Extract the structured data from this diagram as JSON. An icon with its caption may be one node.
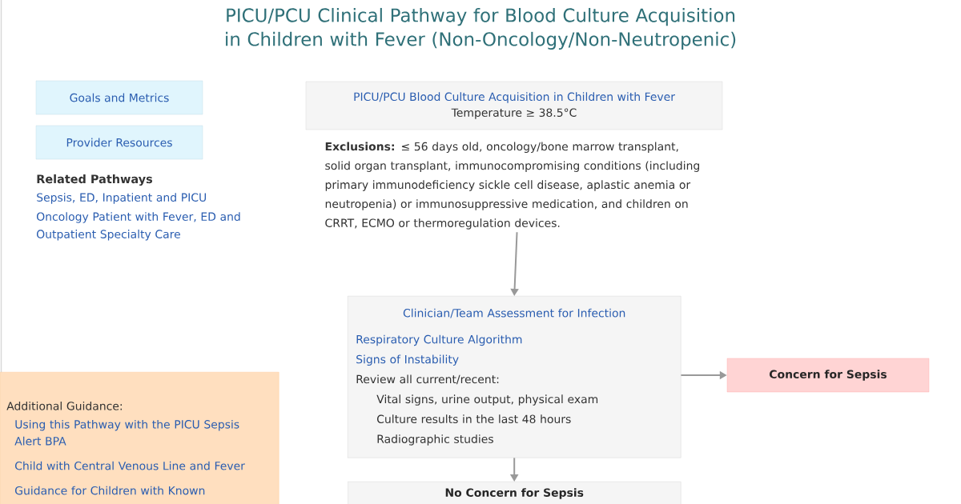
{
  "diagram": {
    "title": "PICU/PCU Clinical Pathway for Blood Culture Acquisition in Children with Fever (Non-Oncology/Non-Neutropenic)",
    "nodes": [
      {
        "text": [
          "Goals and Metrics"
        ]
      },
      {
        "text": [
          "Provider Resources"
        ]
      },
      {
        "text": [
          "PICU/PCU Blood Culture Acquisition in Children with Fever",
          "Temperature ≥ 38.5°C"
        ]
      },
      {
        "text": [
          "**Exclusions:** ≤ 56 days old, oncology/bone marrow transplant, solid organ transplant, immunocompromising conditions (including primary immunodeficiency sickle cell disease, aplastic anemia or neutropenia) or immunosuppressive medication, and children on CRRT, ECMO or thermoregulation devices."
        ]
      },
      {
        "text": [
          "Clinician/Team Assessment for Infection",
          "Respiratory Culture Algorithm",
          "Signs of Instability",
          "Review all current/recent:",
          "Vital signs, urine output, physical exam",
          "Culture results in the last 48 hours",
          "Radiographic studies"
        ]
      },
      {
        "text": [
          "Concern for Sepsis"
        ]
      },
      {
        "text": [
          "No Concern for Sepsis"
        ]
      },
      {
        "text": [
          "Additional Guidance:",
          "Using this Pathway with the PICU Sepsis Alert BPA",
          "Child with Central Venous Line and Fever",
          "Guidance for Children with Known"
        ]
      }
    ],
    "edges": [
      {
        "from": 3,
        "to": 4,
        "arrow": "to"
      },
      {
        "from": 4,
        "to": 5,
        "arrow": "to"
      },
      {
        "from": 4,
        "to": 6,
        "arrow": "to"
      }
    ],
    "labels": [
      "Related Pathways",
      "Sepsis, ED, Inpatient and PICU",
      "Oncology Patient with Fever, ED and Outpatient Specialty Care"
    ]
  }
}
